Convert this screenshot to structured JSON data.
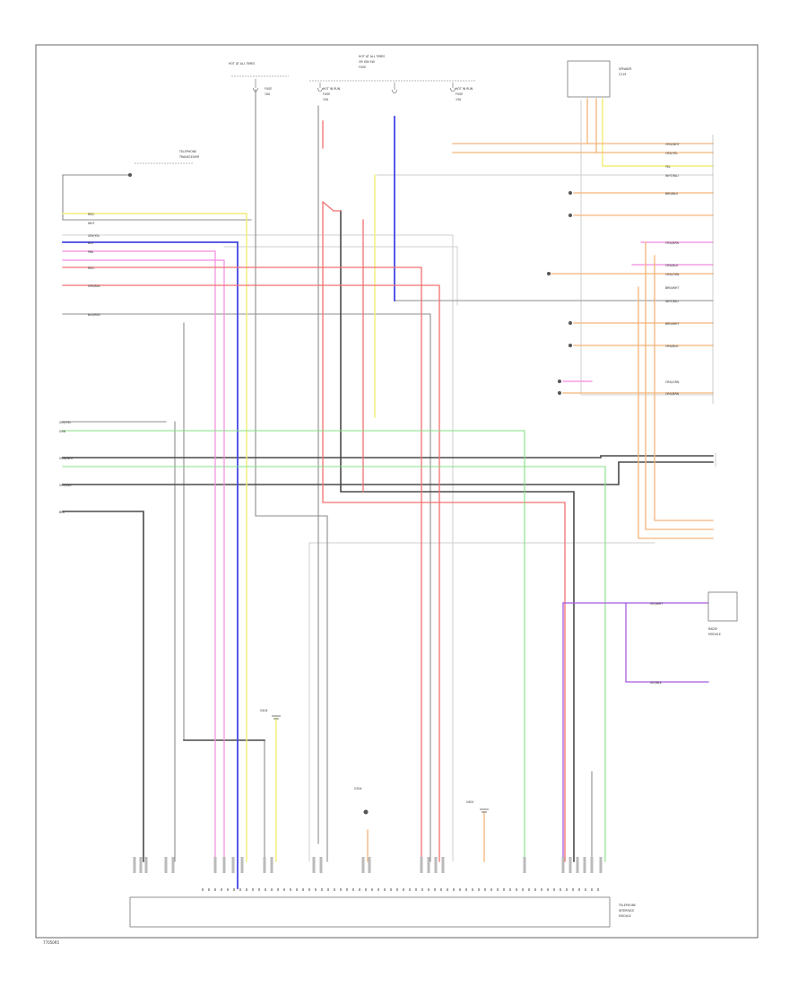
{
  "footer_code": "77050R5",
  "components": {
    "top_left_relay": [
      "HOT AT ALL TIMES",
      "FUSE",
      "10A"
    ],
    "top_mid_relay": [
      "HOT AT ALL TIMES",
      "OR IGN SW",
      "FUSE"
    ],
    "fuse_c": [
      "HOT IN RUN",
      "FUSE",
      "15A"
    ],
    "fuse_d": [
      "HOT IN RUN",
      "FUSE",
      "15A"
    ],
    "left_module": [
      "TELEPHONE",
      "TRANSCEIVER"
    ],
    "right_top_module": [
      "SPEAKER",
      "C219"
    ],
    "ground_left": [
      "G404"
    ],
    "ground_mid": [
      "G304"
    ],
    "ground_right": [
      "G601"
    ],
    "bottom_module": [
      "TELEPHONE",
      "INTERFACE",
      "MODULE"
    ],
    "right_bottom_module": [
      "RADIO",
      "MODULE"
    ]
  },
  "wire_labels": {
    "right_top": [
      "ORG/WHT",
      "ORG/YEL",
      "YEL",
      "WHT/BLU",
      "BRN/BLU"
    ],
    "left_bus": [
      "RED",
      "WHT",
      "GRY/YEL",
      "BLU",
      "PNK",
      "RED",
      "GRY/BLK",
      "BLK/RED",
      "BLK"
    ],
    "right_mid": [
      "ORG/BRN",
      "ORG/BLK",
      "ORG/GRN",
      "BRN/WHT",
      "WHT/BLU"
    ],
    "right_lower": [
      "BRN/WHT",
      "ORG/BLK",
      "ORG/GRN",
      "ORG/BRN"
    ],
    "mid_left": [
      "GRY/YEL",
      "GRN",
      "GRN/WHT",
      "GRY/BLK"
    ],
    "purple": [
      "VIO/WHT",
      "VIO/BLK"
    ]
  },
  "colors": {
    "red": "#f07070",
    "pink": "#f48ae0",
    "blue": "#4646e6",
    "yellow": "#f2ee78",
    "orange": "#f4b47a",
    "green": "#84e084",
    "violet": "#a65ae0",
    "gray": "#888888",
    "black": "#444444",
    "lightgray": "#cfcfcf"
  }
}
